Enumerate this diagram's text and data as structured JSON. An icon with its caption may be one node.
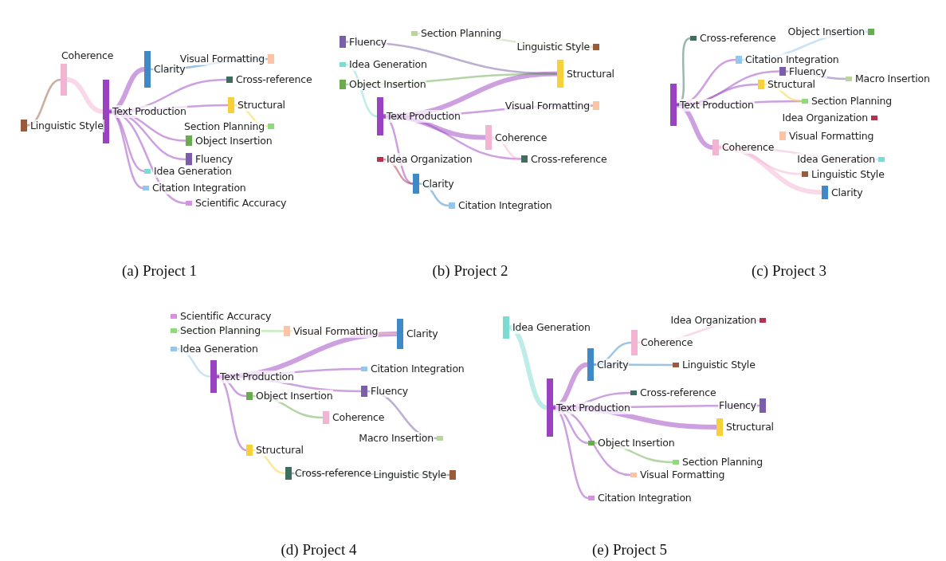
{
  "diagram": {
    "nodes": [
      {
        "text": [
          "Coherence"
        ]
      },
      {
        "text": [
          "Clarity"
        ]
      },
      {
        "text": [
          "Visual Formatting"
        ]
      },
      {
        "text": [
          "Text Production"
        ]
      },
      {
        "text": [
          "Cross-reference"
        ]
      },
      {
        "text": [
          "Structural"
        ]
      },
      {
        "text": [
          "Linguistic Style"
        ]
      },
      {
        "text": [
          "Section Planning"
        ]
      },
      {
        "text": [
          "Object Insertion"
        ]
      },
      {
        "text": [
          "Fluency"
        ]
      },
      {
        "text": [
          "Idea Generation"
        ]
      },
      {
        "text": [
          "Citation Integration"
        ]
      },
      {
        "text": [
          "Scientific Accuracy"
        ]
      },
      {
        "text": [
          "Fluency"
        ]
      },
      {
        "text": [
          "Section Planning"
        ]
      },
      {
        "text": [
          "Linguistic Style"
        ]
      },
      {
        "text": [
          "Idea Generation"
        ]
      },
      {
        "text": [
          "Structural"
        ]
      },
      {
        "text": [
          "Object Insertion"
        ]
      },
      {
        "text": [
          "Visual Formatting"
        ]
      },
      {
        "text": [
          "Text Production"
        ]
      },
      {
        "text": [
          "Coherence"
        ]
      },
      {
        "text": [
          "Idea Organization"
        ]
      },
      {
        "text": [
          "Cross-reference"
        ]
      },
      {
        "text": [
          "Clarity"
        ]
      },
      {
        "text": [
          "Citation Integration"
        ]
      },
      {
        "text": [
          "Cross-reference"
        ]
      },
      {
        "text": [
          "Object Insertion"
        ]
      },
      {
        "text": [
          "Citation Integration"
        ]
      },
      {
        "text": [
          "Fluency"
        ]
      },
      {
        "text": [
          "Macro Insertion"
        ]
      },
      {
        "text": [
          "Structural"
        ]
      },
      {
        "text": [
          "Text Production"
        ]
      },
      {
        "text": [
          "Section Planning"
        ]
      },
      {
        "text": [
          "Idea Organization"
        ]
      },
      {
        "text": [
          "Visual Formatting"
        ]
      },
      {
        "text": [
          "Coherence"
        ]
      },
      {
        "text": [
          "Idea Generation"
        ]
      },
      {
        "text": [
          "Linguistic Style"
        ]
      },
      {
        "text": [
          "Clarity"
        ]
      },
      {
        "text": [
          "Scientific Accuracy"
        ]
      },
      {
        "text": [
          "Section Planning"
        ]
      },
      {
        "text": [
          "Visual Formatting"
        ]
      },
      {
        "text": [
          "Clarity"
        ]
      },
      {
        "text": [
          "Idea Generation"
        ]
      },
      {
        "text": [
          "Text Production"
        ]
      },
      {
        "text": [
          "Citation Integration"
        ]
      },
      {
        "text": [
          "Object Insertion"
        ]
      },
      {
        "text": [
          "Fluency"
        ]
      },
      {
        "text": [
          "Coherence"
        ]
      },
      {
        "text": [
          "Macro Insertion"
        ]
      },
      {
        "text": [
          "Structural"
        ]
      },
      {
        "text": [
          "Cross-reference"
        ]
      },
      {
        "text": [
          "Linguistic Style"
        ]
      },
      {
        "text": [
          "Idea Generation"
        ]
      },
      {
        "text": [
          "Idea Organization"
        ]
      },
      {
        "text": [
          "Coherence"
        ]
      },
      {
        "text": [
          "Clarity"
        ]
      },
      {
        "text": [
          "Linguistic Style"
        ]
      },
      {
        "text": [
          "Cross-reference"
        ]
      },
      {
        "text": [
          "Text Production"
        ]
      },
      {
        "text": [
          "Fluency"
        ]
      },
      {
        "text": [
          "Structural"
        ]
      },
      {
        "text": [
          "Object Insertion"
        ]
      },
      {
        "text": [
          "Section Planning"
        ]
      },
      {
        "text": [
          "Visual Formatting"
        ]
      },
      {
        "text": [
          "Citation Integration"
        ]
      }
    ],
    "edges": [
      {
        "from": 0,
        "to": 3,
        "arrow": "none",
        "style": "thick",
        "color": "#f3b3d3"
      },
      {
        "from": 3,
        "to": 1,
        "arrow": "none",
        "style": "thick",
        "color": "#9b42c2"
      },
      {
        "from": 3,
        "to": 4,
        "arrow": "none",
        "color": "#9b42c2"
      },
      {
        "from": 3,
        "to": 5,
        "arrow": "none",
        "color": "#9b42c2"
      },
      {
        "from": 3,
        "to": 8,
        "arrow": "none",
        "color": "#9b42c2"
      },
      {
        "from": 3,
        "to": 9,
        "arrow": "none",
        "color": "#9b42c2"
      },
      {
        "from": 3,
        "to": 10,
        "arrow": "none",
        "color": "#9b42c2"
      },
      {
        "from": 3,
        "to": 11,
        "arrow": "none",
        "color": "#9b42c2"
      },
      {
        "from": 3,
        "to": 12,
        "arrow": "none",
        "color": "#9b42c2"
      },
      {
        "from": 1,
        "to": 2,
        "arrow": "none",
        "color": "#3f8ac6"
      },
      {
        "from": 6,
        "to": 0,
        "arrow": "none",
        "color": "#9b5b3b"
      },
      {
        "from": 5,
        "to": 7,
        "arrow": "none",
        "color": "#f6d13a"
      },
      {
        "from": 20,
        "to": 21,
        "arrow": "none",
        "style": "thick",
        "color": "#9b42c2"
      },
      {
        "from": 20,
        "to": 17,
        "arrow": "none",
        "style": "thick",
        "color": "#9b42c2"
      },
      {
        "from": 20,
        "to": 24,
        "arrow": "none",
        "color": "#9b42c2"
      },
      {
        "from": 20,
        "to": 23,
        "arrow": "none",
        "color": "#9b42c2"
      },
      {
        "from": 13,
        "to": 17,
        "arrow": "none",
        "color": "#7b5ea9"
      },
      {
        "from": 16,
        "to": 20,
        "arrow": "none",
        "color": "#7ddcd1"
      },
      {
        "from": 18,
        "to": 17,
        "arrow": "none",
        "color": "#6aab4f"
      },
      {
        "from": 14,
        "to": 15,
        "arrow": "none",
        "color": "#b9d49d"
      },
      {
        "from": 21,
        "to": 23,
        "arrow": "none",
        "color": "#f3b3d3"
      },
      {
        "from": 24,
        "to": 25,
        "arrow": "none",
        "color": "#3f8ac6"
      },
      {
        "from": 20,
        "to": 19,
        "arrow": "none",
        "color": "#9b42c2"
      },
      {
        "from": 22,
        "to": 24,
        "arrow": "none",
        "color": "#b13550"
      },
      {
        "from": 32,
        "to": 28,
        "arrow": "none",
        "color": "#9b42c2"
      },
      {
        "from": 32,
        "to": 29,
        "arrow": "none",
        "color": "#9b42c2"
      },
      {
        "from": 32,
        "to": 31,
        "arrow": "none",
        "color": "#9b42c2"
      },
      {
        "from": 32,
        "to": 33,
        "arrow": "none",
        "color": "#9b42c2"
      },
      {
        "from": 32,
        "to": 36,
        "arrow": "none",
        "style": "thick",
        "color": "#9b42c2"
      },
      {
        "from": 36,
        "to": 39,
        "arrow": "none",
        "style": "thick",
        "color": "#f3b3d3"
      },
      {
        "from": 26,
        "to": 32,
        "arrow": "none",
        "color": "#3e6e60"
      },
      {
        "from": 28,
        "to": 27,
        "arrow": "none",
        "color": "#92c8ec"
      },
      {
        "from": 36,
        "to": 37,
        "arrow": "none",
        "color": "#f3b3d3"
      },
      {
        "from": 36,
        "to": 38,
        "arrow": "none",
        "color": "#f3b3d3"
      },
      {
        "from": 29,
        "to": 30,
        "arrow": "none",
        "color": "#7b5ea9"
      },
      {
        "from": 31,
        "to": 33,
        "arrow": "none",
        "color": "#f6d13a"
      },
      {
        "from": 45,
        "to": 43,
        "arrow": "none",
        "style": "thick",
        "color": "#9b42c2"
      },
      {
        "from": 45,
        "to": 47,
        "arrow": "none",
        "color": "#9b42c2"
      },
      {
        "from": 47,
        "to": 49,
        "arrow": "none",
        "color": "#6aab4f"
      },
      {
        "from": 45,
        "to": 48,
        "arrow": "none",
        "color": "#9b42c2"
      },
      {
        "from": 45,
        "to": 46,
        "arrow": "none",
        "color": "#9b42c2"
      },
      {
        "from": 45,
        "to": 51,
        "arrow": "none",
        "color": "#9b42c2"
      },
      {
        "from": 44,
        "to": 45,
        "arrow": "none",
        "color": "#92c8ec"
      },
      {
        "from": 41,
        "to": 42,
        "arrow": "none",
        "color": "#8edb7a"
      },
      {
        "from": 52,
        "to": 53,
        "arrow": "none",
        "color": "#3e6e60"
      },
      {
        "from": 51,
        "to": 52,
        "arrow": "none",
        "color": "#f6d13a"
      },
      {
        "from": 42,
        "to": 43,
        "arrow": "none",
        "color": "#fcc4a4"
      },
      {
        "from": 48,
        "to": 50,
        "arrow": "none",
        "color": "#7b5ea9"
      },
      {
        "from": 54,
        "to": 60,
        "arrow": "none",
        "style": "thick",
        "color": "#7ddcd1"
      },
      {
        "from": 57,
        "to": 56,
        "arrow": "none",
        "color": "#3f8ac6"
      },
      {
        "from": 60,
        "to": 57,
        "arrow": "none",
        "style": "thick",
        "color": "#9b42c2"
      },
      {
        "from": 60,
        "to": 61,
        "arrow": "none",
        "color": "#9b42c2"
      },
      {
        "from": 60,
        "to": 62,
        "arrow": "none",
        "style": "thick",
        "color": "#9b42c2"
      },
      {
        "from": 60,
        "to": 63,
        "arrow": "none",
        "color": "#9b42c2"
      },
      {
        "from": 63,
        "to": 64,
        "arrow": "none",
        "color": "#6aab4f"
      },
      {
        "from": 60,
        "to": 65,
        "arrow": "none",
        "color": "#9b42c2"
      },
      {
        "from": 60,
        "to": 66,
        "arrow": "none",
        "color": "#9b42c2"
      },
      {
        "from": 57,
        "to": 58,
        "arrow": "none",
        "color": "#3f8ac6"
      },
      {
        "from": 60,
        "to": 59,
        "arrow": "none",
        "color": "#9b42c2"
      },
      {
        "from": 56,
        "to": 55,
        "arrow": "none",
        "color": "#f3b3d3"
      }
    ],
    "labels": [
      "(a) Project 1",
      "(b) Project 2",
      "(c) Project 3",
      "(d) Project 4",
      "(e) Project 5"
    ]
  }
}
